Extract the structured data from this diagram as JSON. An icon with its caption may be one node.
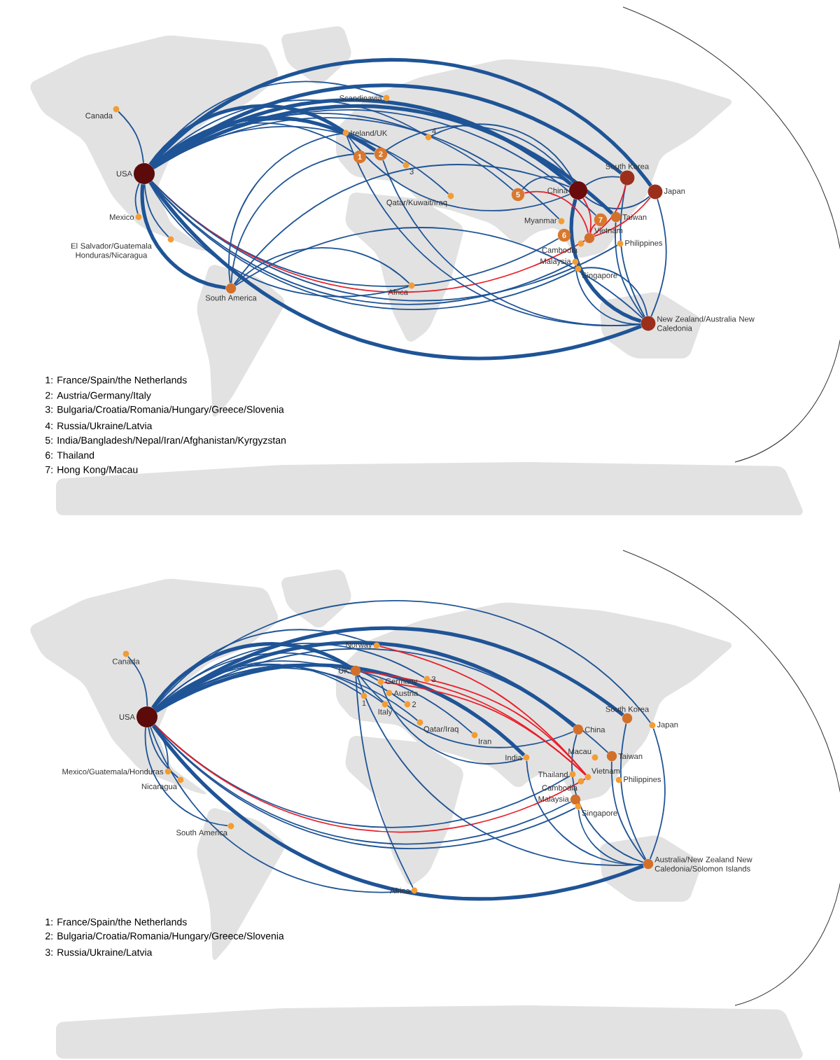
{
  "diagram": {
    "nodes": [
      {
        "text": [
          "Canada"
        ]
      },
      {
        "text": [
          "USA"
        ]
      },
      {
        "text": [
          "Mexico"
        ]
      },
      {
        "text": [
          "El Salvador/Guatemala Honduras/Nicaragua"
        ]
      },
      {
        "text": [
          "South America"
        ]
      },
      {
        "text": [
          "Scandinavia"
        ]
      },
      {
        "text": [
          "Ireland/UK"
        ]
      },
      {
        "text": [
          "1"
        ]
      },
      {
        "text": [
          "2"
        ]
      },
      {
        "text": [
          "3"
        ]
      },
      {
        "text": [
          "4"
        ]
      },
      {
        "text": [
          "Qatar/Kuwait/Iraq"
        ]
      },
      {
        "text": [
          "5"
        ]
      },
      {
        "text": [
          "China"
        ]
      },
      {
        "text": [
          "South Korea"
        ]
      },
      {
        "text": [
          "Japan"
        ]
      },
      {
        "text": [
          "7"
        ]
      },
      {
        "text": [
          "Taiwan"
        ]
      },
      {
        "text": [
          "Myanmar"
        ]
      },
      {
        "text": [
          "6"
        ]
      },
      {
        "text": [
          "Cambodia"
        ]
      },
      {
        "text": [
          "Vietnam"
        ]
      },
      {
        "text": [
          "Philippines"
        ]
      },
      {
        "text": [
          "Malaysia"
        ]
      },
      {
        "text": [
          "Singapore"
        ]
      },
      {
        "text": [
          "Africa"
        ]
      },
      {
        "text": [
          "New Zealand/Australia New Caledonia"
        ]
      },
      {
        "text": [
          "Canada"
        ]
      },
      {
        "text": [
          "USA"
        ]
      },
      {
        "text": [
          "Mexico/Guatemala/Honduras"
        ]
      },
      {
        "text": [
          "Nicaragua"
        ]
      },
      {
        "text": [
          "South America"
        ]
      },
      {
        "text": [
          "Norway"
        ]
      },
      {
        "text": [
          "UK"
        ]
      },
      {
        "text": [
          "Germany"
        ]
      },
      {
        "text": [
          "Austria"
        ]
      },
      {
        "text": [
          "1"
        ]
      },
      {
        "text": [
          "Italy"
        ]
      },
      {
        "text": [
          "2"
        ]
      },
      {
        "text": [
          "3"
        ]
      },
      {
        "text": [
          "Qatar/Iraq"
        ]
      },
      {
        "text": [
          "Iran"
        ]
      },
      {
        "text": [
          "India"
        ]
      },
      {
        "text": [
          "China"
        ]
      },
      {
        "text": [
          "South Korea"
        ]
      },
      {
        "text": [
          "Japan"
        ]
      },
      {
        "text": [
          "Macau"
        ]
      },
      {
        "text": [
          "Taiwan"
        ]
      },
      {
        "text": [
          "Thailand"
        ]
      },
      {
        "text": [
          "Vietnam"
        ]
      },
      {
        "text": [
          "Cambodia"
        ]
      },
      {
        "text": [
          "Philippines"
        ]
      },
      {
        "text": [
          "Malaysia"
        ]
      },
      {
        "text": [
          "Singapore"
        ]
      },
      {
        "text": [
          "Africa"
        ]
      },
      {
        "text": [
          "Australia/New Zealand New Caledonia/Solomon Islands"
        ]
      }
    ],
    "edges": [
      {
        "from": 1,
        "to": 0,
        "arrow": "none"
      },
      {
        "from": 1,
        "to": 2,
        "arrow": "none"
      },
      {
        "from": 1,
        "to": 3,
        "arrow": "none"
      },
      {
        "from": 1,
        "to": 4,
        "arrow": "none",
        "style": "thick"
      },
      {
        "from": 1,
        "to": 5,
        "arrow": "none"
      },
      {
        "from": 1,
        "to": 6,
        "arrow": "none",
        "style": "thick"
      },
      {
        "from": 1,
        "to": 7,
        "arrow": "none"
      },
      {
        "from": 1,
        "to": 8,
        "arrow": "none",
        "style": "thick"
      },
      {
        "from": 1,
        "to": 9,
        "arrow": "none"
      },
      {
        "from": 1,
        "to": 10,
        "arrow": "none"
      },
      {
        "from": 1,
        "to": 11,
        "arrow": "none"
      },
      {
        "from": 1,
        "to": 12,
        "arrow": "none"
      },
      {
        "from": 1,
        "to": 13,
        "arrow": "none",
        "style": "thick"
      },
      {
        "from": 1,
        "to": 14,
        "arrow": "none",
        "style": "thick"
      },
      {
        "from": 1,
        "to": 15,
        "arrow": "none",
        "style": "thick"
      },
      {
        "from": 1,
        "to": 16,
        "arrow": "none"
      },
      {
        "from": 1,
        "to": 17,
        "arrow": "none",
        "style": "thick"
      },
      {
        "from": 1,
        "to": 18,
        "arrow": "none"
      },
      {
        "from": 1,
        "to": 19,
        "arrow": "none"
      },
      {
        "from": 1,
        "to": 21,
        "arrow": "none",
        "color": "#e8202a"
      },
      {
        "from": 1,
        "to": 22,
        "arrow": "none"
      },
      {
        "from": 1,
        "to": 23,
        "arrow": "none"
      },
      {
        "from": 1,
        "to": 24,
        "arrow": "none"
      },
      {
        "from": 1,
        "to": 25,
        "arrow": "none"
      },
      {
        "from": 1,
        "to": 26,
        "arrow": "none",
        "style": "thick"
      },
      {
        "from": 4,
        "to": 6,
        "arrow": "none"
      },
      {
        "from": 4,
        "to": 8,
        "arrow": "none"
      },
      {
        "from": 4,
        "to": 13,
        "arrow": "none"
      },
      {
        "from": 4,
        "to": 25,
        "arrow": "none"
      },
      {
        "from": 4,
        "to": 26,
        "arrow": "none"
      },
      {
        "from": 6,
        "to": 13,
        "arrow": "none"
      },
      {
        "from": 8,
        "to": 13,
        "arrow": "none"
      },
      {
        "from": 10,
        "to": 13,
        "arrow": "none"
      },
      {
        "from": 12,
        "to": 13,
        "arrow": "none"
      },
      {
        "from": 13,
        "to": 14,
        "arrow": "none"
      },
      {
        "from": 13,
        "to": 15,
        "arrow": "none"
      },
      {
        "from": 13,
        "to": 26,
        "arrow": "none",
        "style": "thick"
      },
      {
        "from": 6,
        "to": 26,
        "arrow": "none"
      },
      {
        "from": 8,
        "to": 26,
        "arrow": "none"
      },
      {
        "from": 14,
        "to": 26,
        "arrow": "none"
      },
      {
        "from": 15,
        "to": 26,
        "arrow": "none"
      },
      {
        "from": 17,
        "to": 26,
        "arrow": "none"
      },
      {
        "from": 24,
        "to": 26,
        "arrow": "none"
      },
      {
        "from": 23,
        "to": 26,
        "arrow": "none"
      },
      {
        "from": 13,
        "to": 21,
        "arrow": "none",
        "color": "#e8202a"
      },
      {
        "from": 14,
        "to": 21,
        "arrow": "none",
        "color": "#e8202a"
      },
      {
        "from": 15,
        "to": 21,
        "arrow": "none",
        "color": "#e8202a"
      },
      {
        "from": 16,
        "to": 21,
        "arrow": "none",
        "color": "#e8202a"
      },
      {
        "from": 12,
        "to": 21,
        "arrow": "none",
        "color": "#e8202a"
      },
      {
        "from": 28,
        "to": 27,
        "arrow": "none"
      },
      {
        "from": 28,
        "to": 29,
        "arrow": "none"
      },
      {
        "from": 28,
        "to": 30,
        "arrow": "none"
      },
      {
        "from": 28,
        "to": 31,
        "arrow": "none"
      },
      {
        "from": 28,
        "to": 32,
        "arrow": "none"
      },
      {
        "from": 28,
        "to": 33,
        "arrow": "none",
        "style": "thick"
      },
      {
        "from": 28,
        "to": 34,
        "arrow": "none"
      },
      {
        "from": 28,
        "to": 36,
        "arrow": "none"
      },
      {
        "from": 28,
        "to": 37,
        "arrow": "none"
      },
      {
        "from": 28,
        "to": 38,
        "arrow": "none"
      },
      {
        "from": 28,
        "to": 39,
        "arrow": "none"
      },
      {
        "from": 28,
        "to": 40,
        "arrow": "none"
      },
      {
        "from": 28,
        "to": 41,
        "arrow": "none"
      },
      {
        "from": 28,
        "to": 42,
        "arrow": "none",
        "style": "thick"
      },
      {
        "from": 28,
        "to": 43,
        "arrow": "none",
        "style": "thick"
      },
      {
        "from": 28,
        "to": 44,
        "arrow": "none",
        "style": "thick"
      },
      {
        "from": 28,
        "to": 45,
        "arrow": "none"
      },
      {
        "from": 28,
        "to": 47,
        "arrow": "none"
      },
      {
        "from": 28,
        "to": 48,
        "arrow": "none"
      },
      {
        "from": 28,
        "to": 49,
        "arrow": "none",
        "color": "#e8202a"
      },
      {
        "from": 28,
        "to": 52,
        "arrow": "none"
      },
      {
        "from": 28,
        "to": 53,
        "arrow": "none"
      },
      {
        "from": 28,
        "to": 54,
        "arrow": "none"
      },
      {
        "from": 28,
        "to": 55,
        "arrow": "none",
        "style": "thick"
      },
      {
        "from": 33,
        "to": 43,
        "arrow": "none"
      },
      {
        "from": 33,
        "to": 55,
        "arrow": "none"
      },
      {
        "from": 34,
        "to": 42,
        "arrow": "none"
      },
      {
        "from": 42,
        "to": 55,
        "arrow": "none"
      },
      {
        "from": 43,
        "to": 55,
        "arrow": "none"
      },
      {
        "from": 44,
        "to": 55,
        "arrow": "none"
      },
      {
        "from": 45,
        "to": 55,
        "arrow": "none"
      },
      {
        "from": 47,
        "to": 55,
        "arrow": "none"
      },
      {
        "from": 53,
        "to": 55,
        "arrow": "none"
      },
      {
        "from": 54,
        "to": 33,
        "arrow": "none"
      },
      {
        "from": 32,
        "to": 49,
        "arrow": "none",
        "color": "#e8202a"
      },
      {
        "from": 33,
        "to": 49,
        "arrow": "none",
        "color": "#e8202a"
      },
      {
        "from": 34,
        "to": 49,
        "arrow": "none",
        "color": "#e8202a"
      },
      {
        "from": 39,
        "to": 49,
        "arrow": "none",
        "color": "#e8202a"
      }
    ],
    "labels": [
      "1: France/Spain/the Netherlands",
      "2: Austria/Germany/Italy",
      "3: Bulgaria/Croatia/Romania/Hungary/Greece/Slovenia",
      "4: Russia/Ukraine/Latvia",
      "5: India/Bangladesh/Nepal/Iran/Afghanistan/Kyrgyzstan",
      "6: Thailand",
      "7: Hong Kong/Macau",
      "1: France/Spain/the Netherlands",
      "2: Bulgaria/Croatia/Romania/Hungary/Greece/Slovenia",
      "3: Russia/Ukraine/Latvia"
    ]
  }
}
